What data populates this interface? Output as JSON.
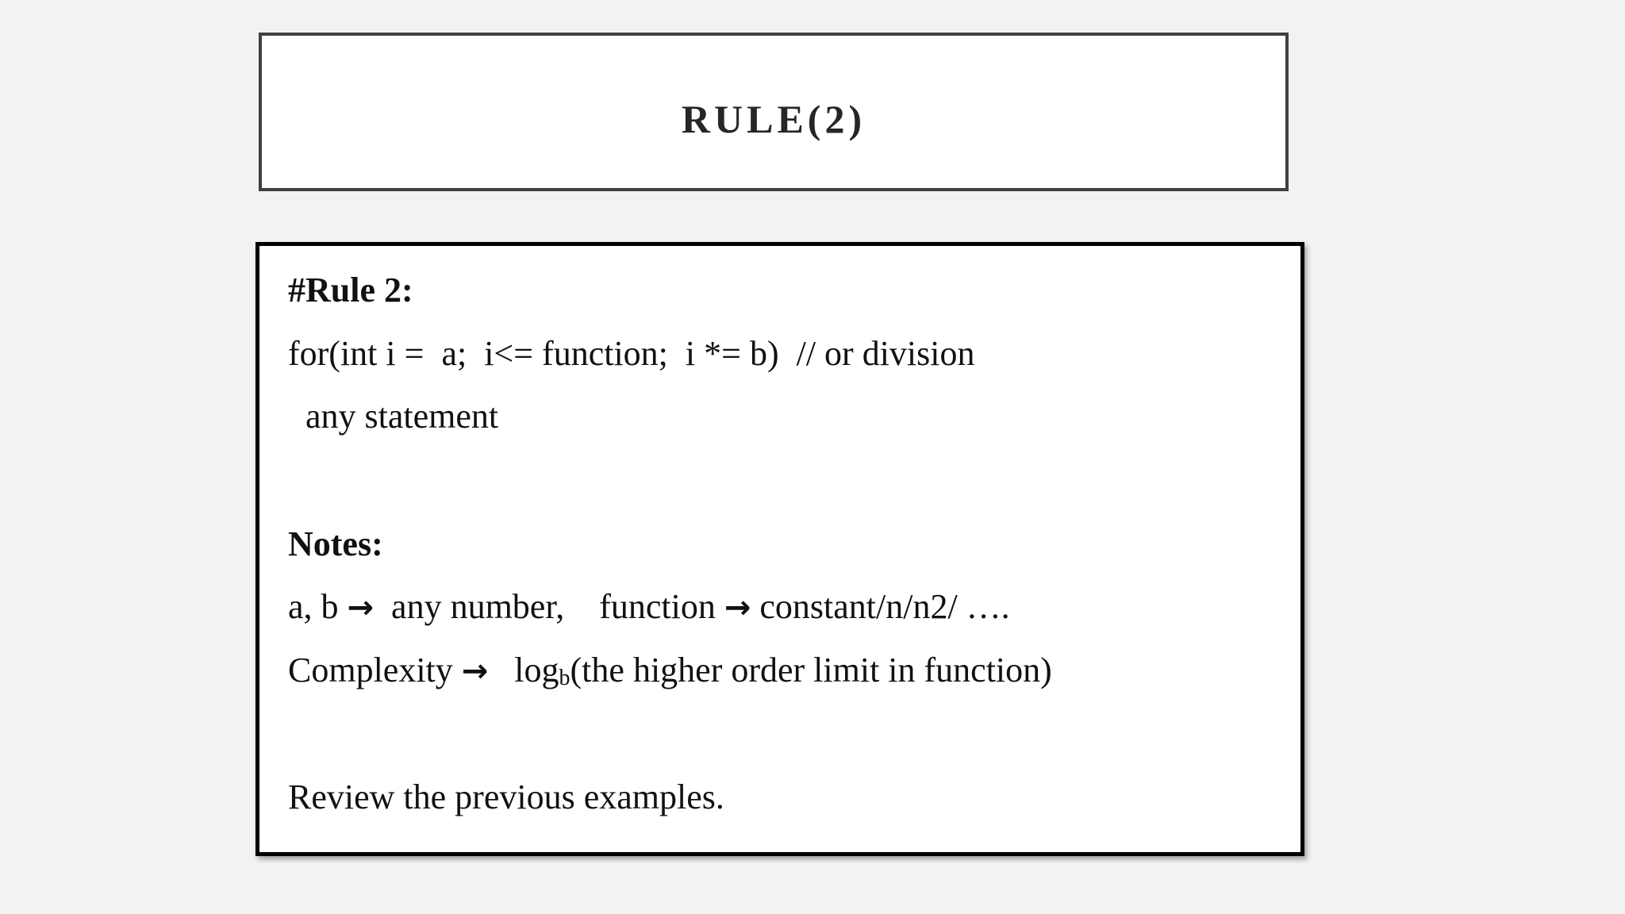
{
  "slide": {
    "title": "RULE(2)",
    "heading": "#Rule 2:",
    "code_line": "for(int i =  a;  i<= function;  i *= b)  // or division",
    "code_body": "  any statement",
    "notes_heading": "Notes:",
    "note1_left": "a, b ",
    "note1_arrow": "→",
    "note1_mid": "  any number,    function ",
    "note1_arrow2": "→",
    "note1_right": " constant/n/n2/ ….",
    "complexity_label": "Complexity ",
    "complexity_arrow": "→",
    "complexity_log": "   log",
    "complexity_base": "b",
    "complexity_rest": "(the higher order limit in function)",
    "review": "Review the previous examples."
  }
}
